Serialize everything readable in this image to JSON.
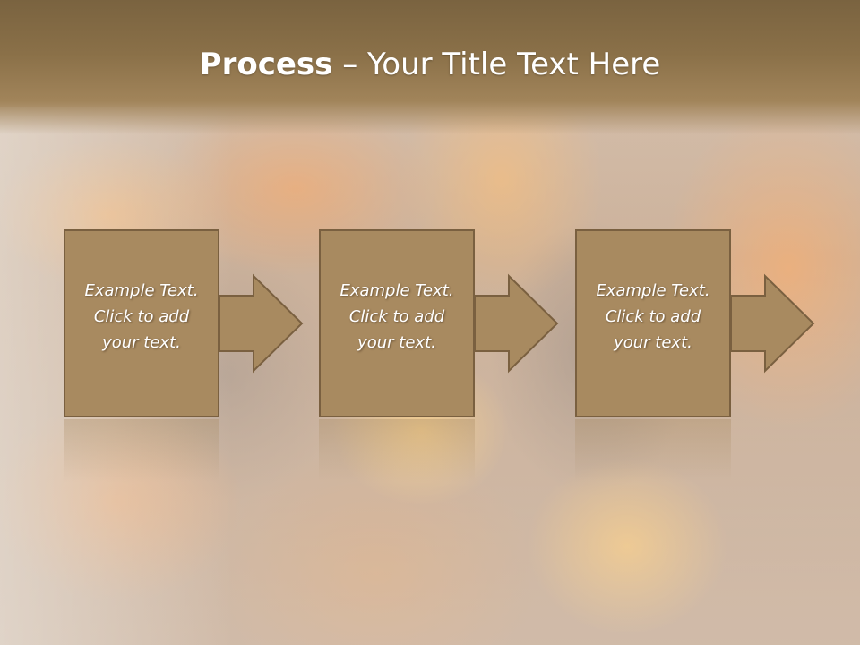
{
  "slide": {
    "title_bold": "Process",
    "title_separator": " – ",
    "title_rest": "Your Title Text Here"
  },
  "steps": [
    {
      "line1": "Example Text.",
      "line2": "Click  to add",
      "line3": "your text."
    },
    {
      "line1": "Example Text.",
      "line2": "Click  to add",
      "line3": "your text."
    },
    {
      "line1": "Example Text.",
      "line2": "Click  to add",
      "line3": "your text."
    }
  ],
  "colors": {
    "box_fill": "#a88a60",
    "box_stroke": "#7a6040",
    "title_band": "#8a7048",
    "text": "#ffffff"
  }
}
